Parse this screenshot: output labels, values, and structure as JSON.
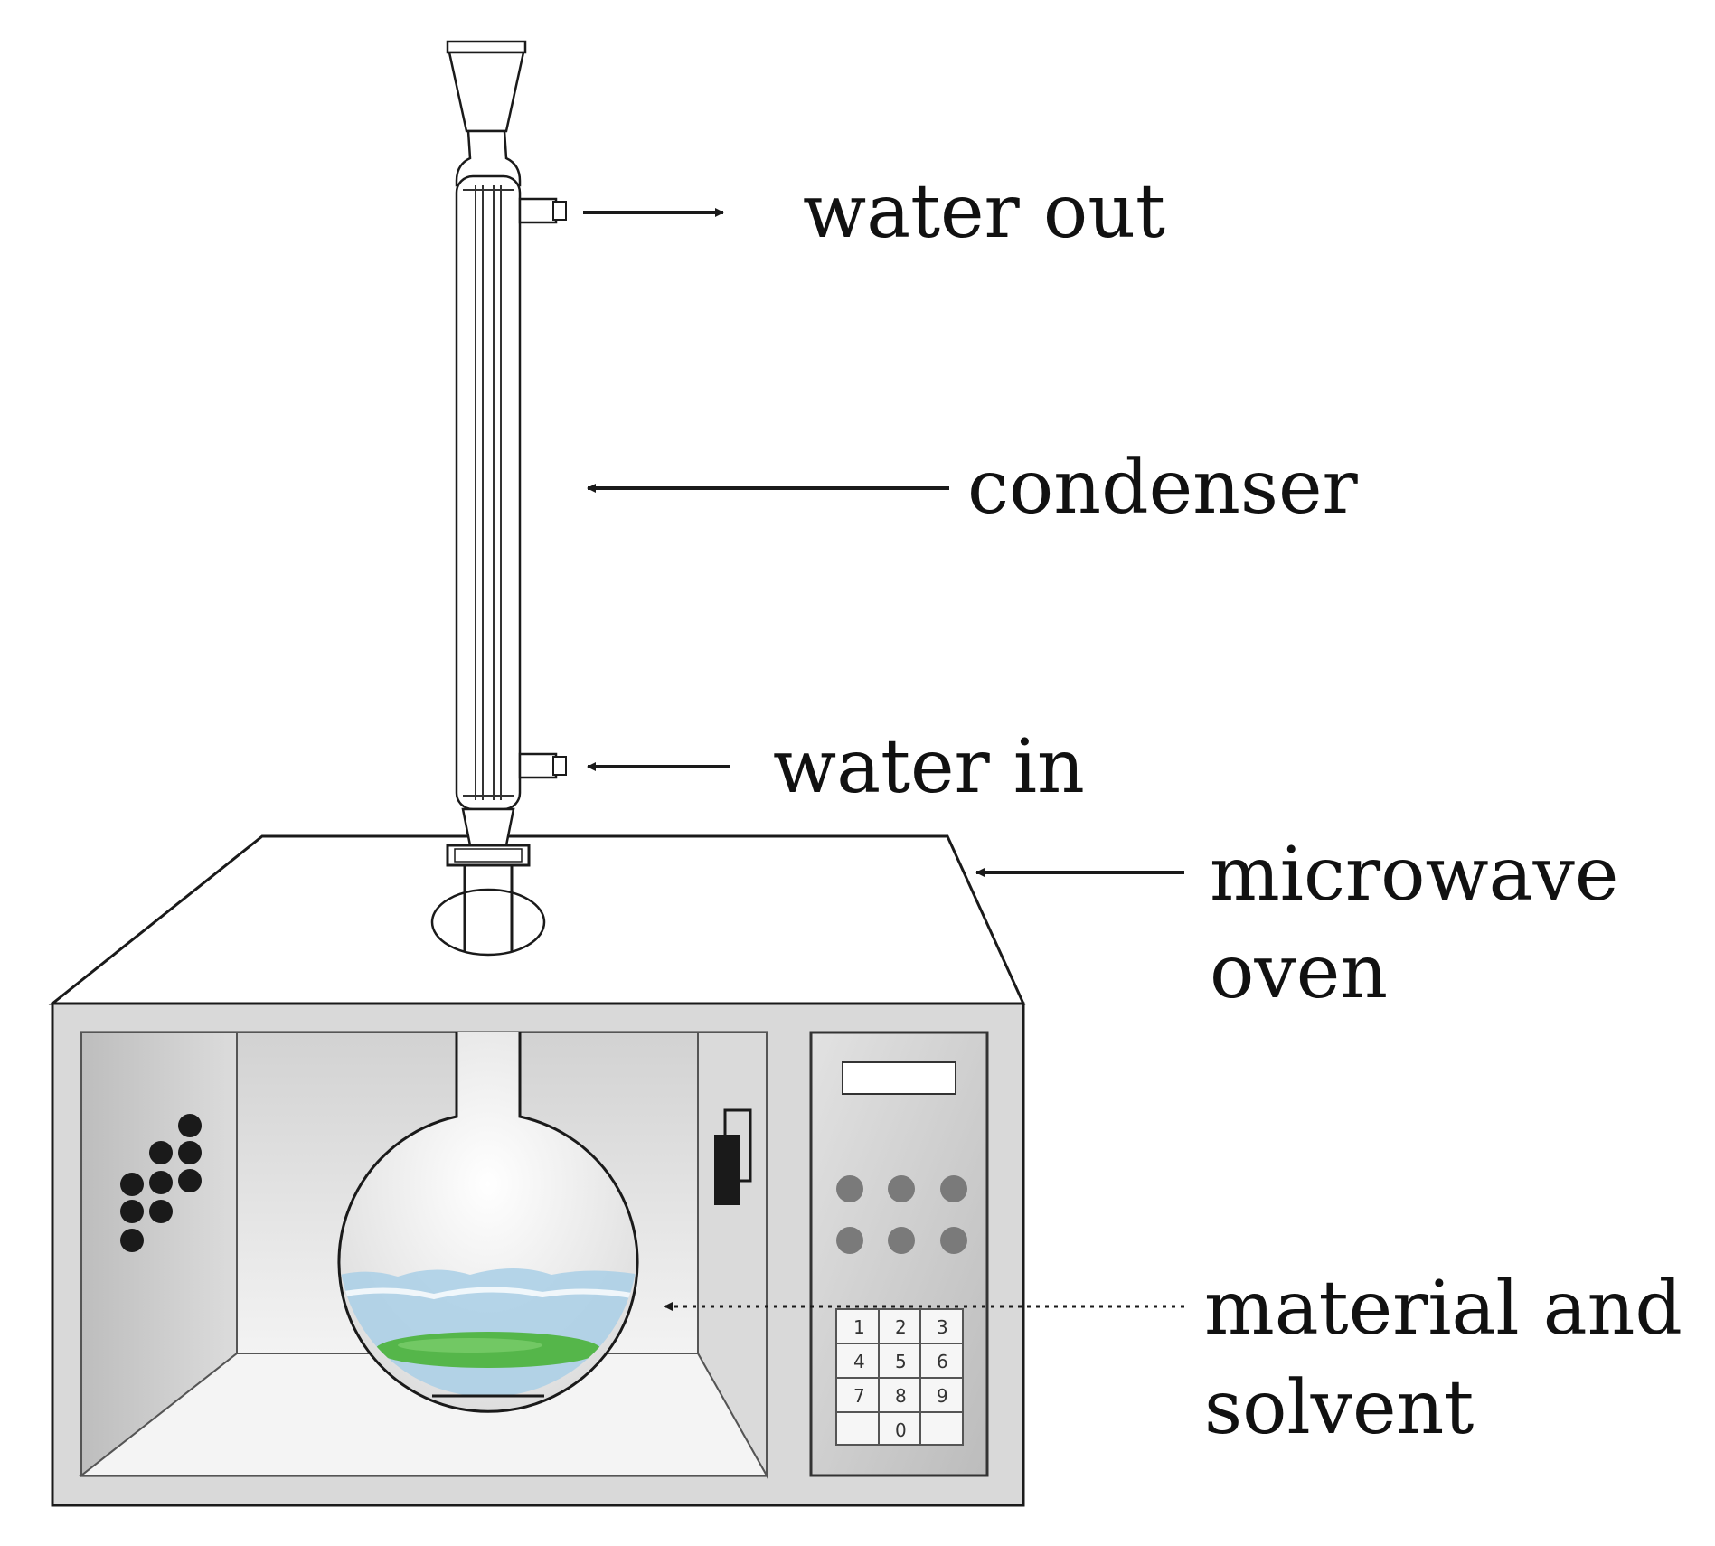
{
  "labels": {
    "water_out": "water out",
    "condenser": "condenser",
    "water_in": "water in",
    "microwave_line1": "microwave",
    "microwave_line2": "oven",
    "material_line1": "material and",
    "material_line2": "solvent"
  },
  "keypad": {
    "keys": [
      "1",
      "2",
      "3",
      "4",
      "5",
      "6",
      "7",
      "8",
      "9",
      "",
      "0",
      ""
    ]
  },
  "colors": {
    "line": "#1a1a1a",
    "oven_gray": "#c8c8c8",
    "cavity_light": "#e9e9e9",
    "solvent_blue": "#a9cfe6",
    "material_green": "#55b64a",
    "button_gray": "#7a7a7a"
  }
}
